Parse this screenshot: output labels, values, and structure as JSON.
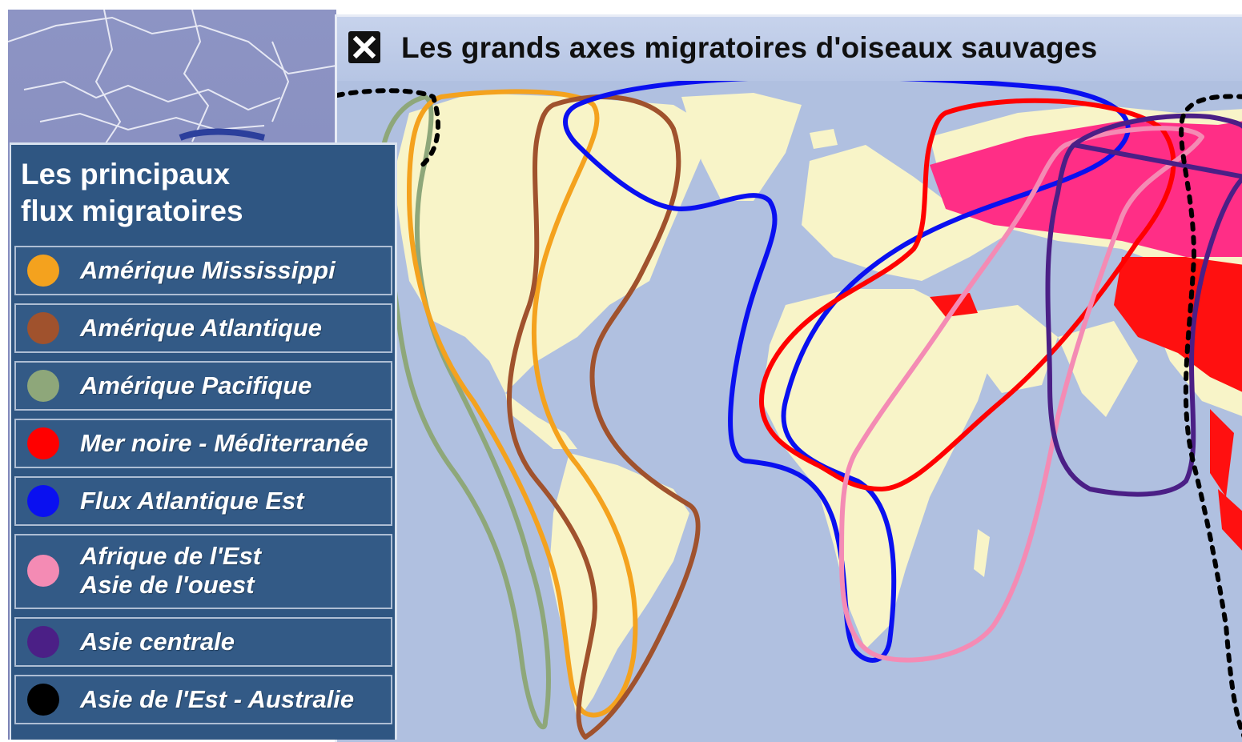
{
  "map": {
    "title": "Les grands axes migratoires d'oiseaux sauvages",
    "close_icon": "close-icon"
  },
  "legend": {
    "title_line1": "Les principaux",
    "title_line2": "flux migratoires",
    "items": [
      {
        "label": "Amérique Mississippi",
        "color": "#f4a21e"
      },
      {
        "label": "Amérique Atlantique",
        "color": "#a0522d"
      },
      {
        "label": "Amérique Pacifique",
        "color": "#8ea77a"
      },
      {
        "label": "Mer noire - Méditerranée",
        "color": "#ff0000"
      },
      {
        "label": "Flux Atlantique Est",
        "color": "#0a10f0"
      },
      {
        "label": "Afrique de l'Est",
        "label2": "Asie de l'ouest",
        "color": "#f48bb4"
      },
      {
        "label": "Asie centrale",
        "color": "#4b1f86"
      },
      {
        "label": "Asie de l'Est  - Australie",
        "color": "#000000"
      }
    ]
  },
  "colors": {
    "ocean": "#b0c0e0",
    "land": "#f8f4c8",
    "panel": "#2f5682",
    "highlight_magenta": "#ff2e86",
    "highlight_red": "#ff1010"
  }
}
